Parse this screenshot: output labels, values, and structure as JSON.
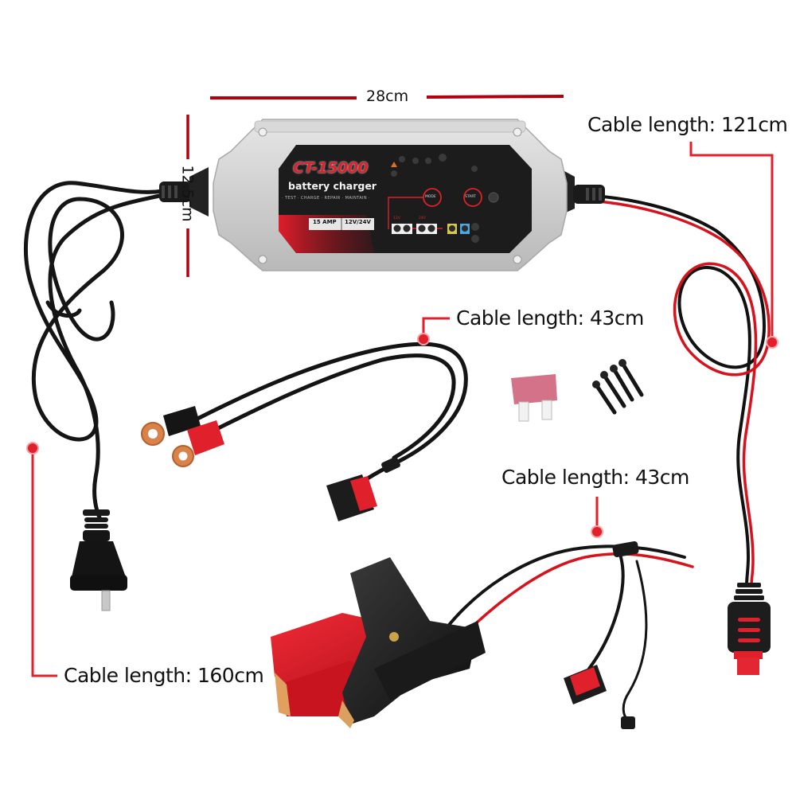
{
  "colors": {
    "accent_red": "#e0202a",
    "dimension_red": "#b3000c",
    "cable_black": "#111111",
    "body_grey": "#d4d4d4",
    "panel_black": "#1c1c1c"
  },
  "dimensions": {
    "width": "28cm",
    "height": "12.5cm"
  },
  "charger": {
    "model": "CT-15000",
    "subtitle": "battery charger",
    "modes": "· TEST · CHARGE · REPAIR · MAINTAIN ·",
    "amp": "15 AMP",
    "voltage": "12V/24V",
    "mode_button": "MODE",
    "start_button": "START",
    "v12": "12V",
    "v24": "24V"
  },
  "callouts": {
    "output_cable": "Cable length: 121cm",
    "ring_terminal_cable": "Cable length: 43cm",
    "clamp_cable": "Cable length: 43cm",
    "power_cable": "Cable length: 160cm"
  },
  "items": [
    {
      "name": "battery charger unit"
    },
    {
      "name": "AU power plug cable"
    },
    {
      "name": "ring terminal connector cable"
    },
    {
      "name": "blade fuse"
    },
    {
      "name": "mounting screws"
    },
    {
      "name": "alligator clamp cable"
    },
    {
      "name": "output cable with quick connector"
    }
  ]
}
